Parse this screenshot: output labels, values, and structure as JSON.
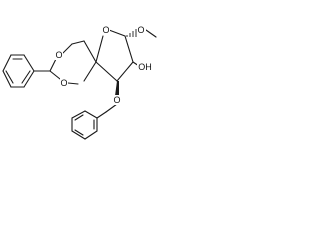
{
  "atoms": {
    "ring_oxygen_pyranose": "O",
    "ring_oxygen_acetal_upper": "O",
    "ring_oxygen_acetal_lower": "O",
    "benzyl_ether_oxygen": "O",
    "methoxy_oxygen": "O",
    "hydroxyl": "OH"
  },
  "colors": {
    "bond": "#1a1a1a",
    "text": "#111111",
    "background": "#ffffff"
  }
}
